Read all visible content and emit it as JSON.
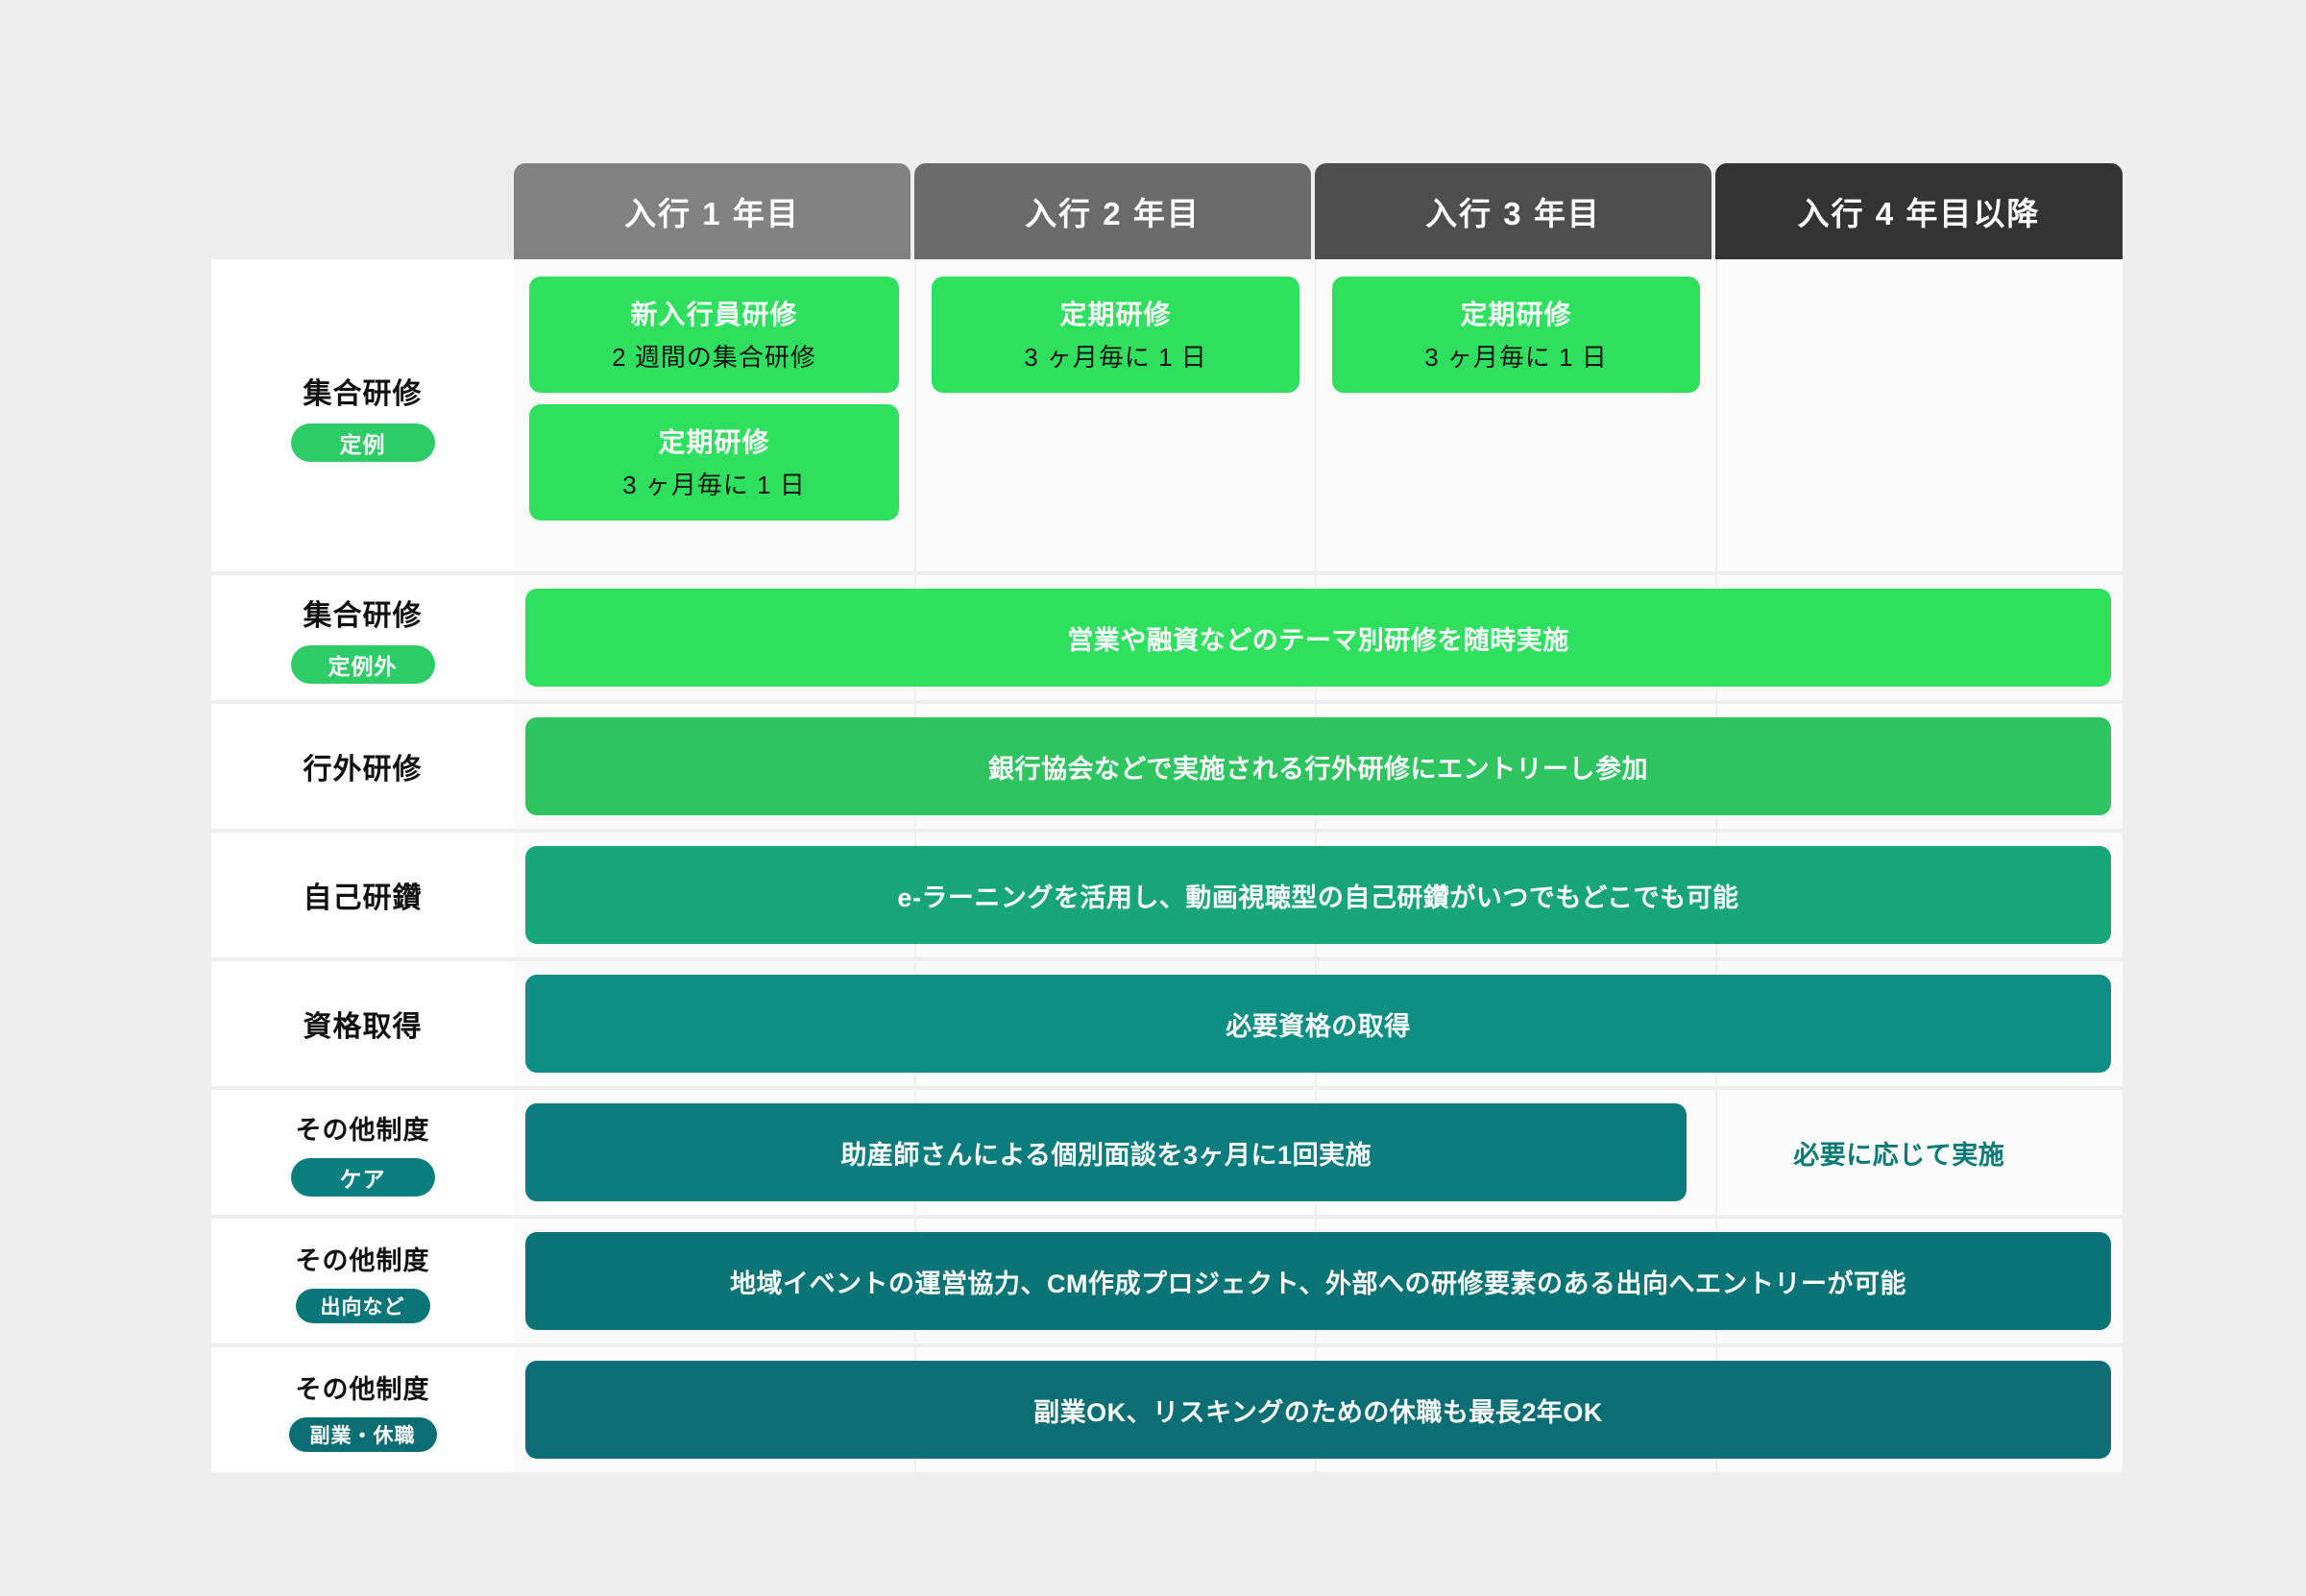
{
  "colors": {
    "page_bg": "#efeeee",
    "header_y1": "#828282",
    "header_y2": "#6b6b6b",
    "header_y3": "#4e4e4e",
    "header_y4": "#333333",
    "green_bright": "#2ee05e",
    "green_mid": "#27c464",
    "green_teal": "#16a077",
    "teal": "#0b8a82",
    "teal_dark": "#0b7078",
    "teal_darker": "#0a6b72",
    "note_text": "#0b7a76"
  },
  "headers": [
    {
      "label": "入行 1 年目"
    },
    {
      "label": "入行 2 年目"
    },
    {
      "label": "入行 3 年目"
    },
    {
      "label": "入行 4 年目以降"
    }
  ],
  "rows": [
    {
      "label": "集合研修",
      "badge": "定例",
      "badge_color": "#2ecc66",
      "type": "cards",
      "columns": [
        [
          {
            "title": "新入行員研修",
            "sub": "2 週間の集合研修"
          },
          {
            "title": "定期研修",
            "sub": "3 ヶ月毎に 1 日"
          }
        ],
        [
          {
            "title": "定期研修",
            "sub": "3 ヶ月毎に 1 日"
          }
        ],
        [
          {
            "title": "定期研修",
            "sub": "3 ヶ月毎に 1 日"
          }
        ],
        []
      ]
    },
    {
      "label": "集合研修",
      "badge": "定例外",
      "badge_color": "#2ecc66",
      "type": "bar",
      "bar_text": "営業や融資などのテーマ別研修を随時実施",
      "bar_color": "#2ee05e",
      "bar_span": 4,
      "note": ""
    },
    {
      "label": "行外研修",
      "badge": "",
      "badge_color": "",
      "type": "bar",
      "bar_text": "銀行協会などで実施される行外研修にエントリーし参加",
      "bar_color": "#2ec45f",
      "bar_span": 4,
      "note": ""
    },
    {
      "label": "自己研鑽",
      "badge": "",
      "badge_color": "",
      "type": "bar",
      "bar_text": "e-ラーニングを活用し、動画視聴型の自己研鑽がいつでもどこでも可能",
      "bar_color": "#18a57a",
      "bar_span": 4,
      "note": ""
    },
    {
      "label": "資格取得",
      "badge": "",
      "badge_color": "",
      "type": "bar",
      "bar_text": "必要資格の取得",
      "bar_color": "#0d8f84",
      "bar_span": 4,
      "note": ""
    },
    {
      "label": "その他制度",
      "badge": "ケア",
      "badge_color": "#0b7f80",
      "type": "bar",
      "bar_text": "助産師さんによる個別面談を3ヶ月に1回実施",
      "bar_color": "#0c7d7f",
      "bar_span": 3,
      "note": "必要に応じて実施"
    },
    {
      "label": "その他制度",
      "badge": "出向など",
      "badge_color": "#0b7678",
      "type": "bar",
      "bar_text": "地域イベントの運営協力、CM作成プロジェクト、外部への研修要素のある出向へエントリーが可能",
      "bar_color": "#0b7476",
      "bar_span": 4,
      "note": ""
    },
    {
      "label": "その他制度",
      "badge": "副業・休職",
      "badge_color": "#0b6e74",
      "type": "bar",
      "bar_text": "副業OK、リスキングのための休職も最長2年OK",
      "bar_color": "#0a6e74",
      "bar_span": 4,
      "note": ""
    }
  ]
}
